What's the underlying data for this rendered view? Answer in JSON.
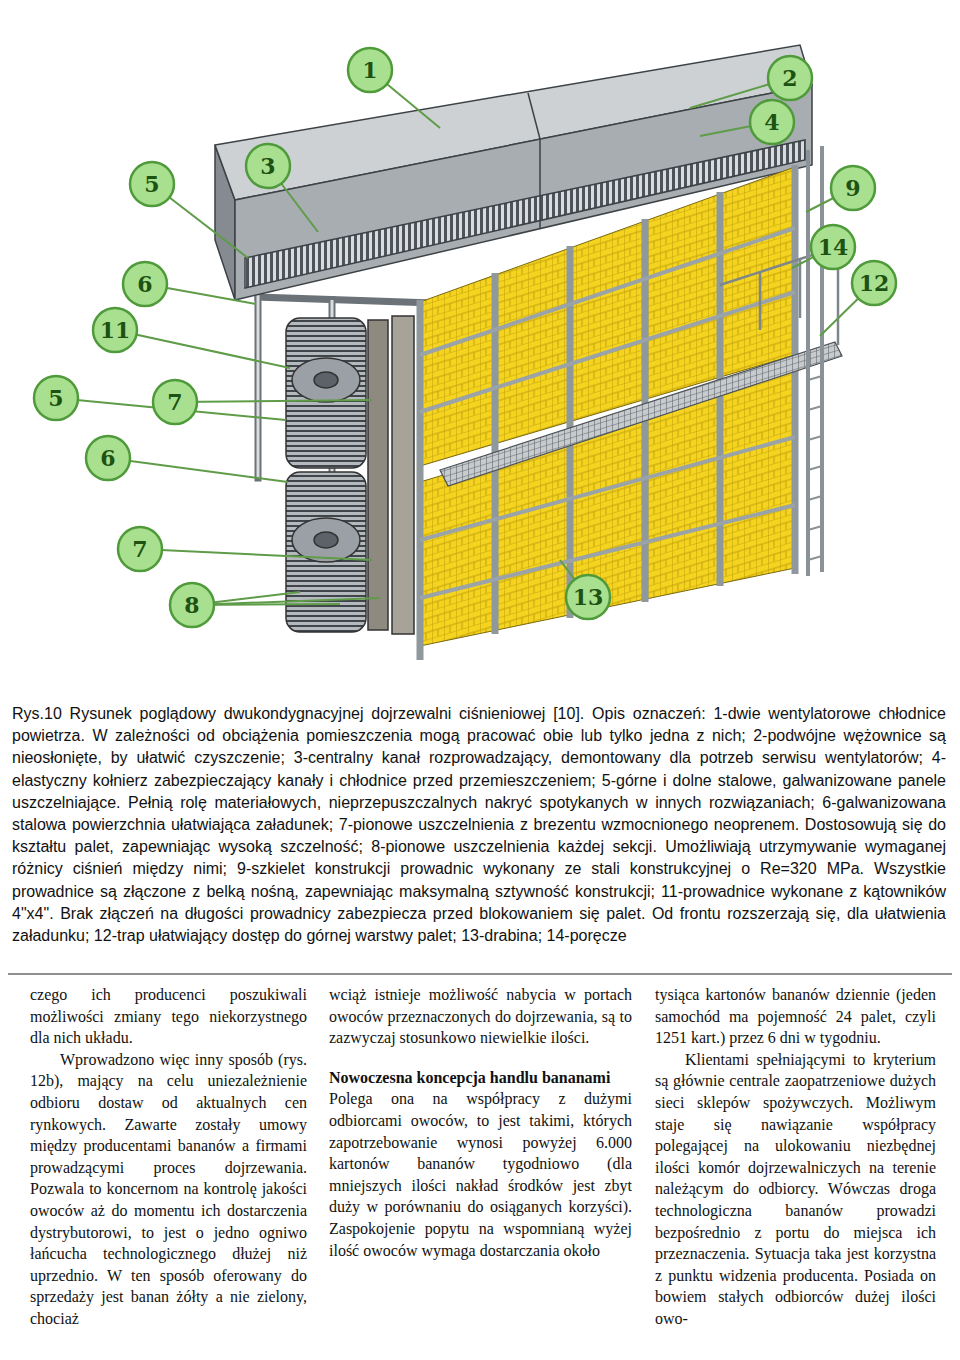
{
  "diagram": {
    "caption": "Rys.10 Rysunek poglądowy dwukondygnacyjnej dojrzewalni ciśnieniowej [10]. Opis oznaczeń: 1-dwie wentylatorowe chłodnice powietrza. W zależności od obciążenia pomieszczenia mogą pracować obie lub tylko jedna z nich; 2-podwójne wężownice są nieosłonięte, by ułatwić czyszczenie; 3-centralny kanał rozprowadzający, demontowany dla potrzeb serwisu wentylatorów; 4-elastyczny kołnierz zabezpieczający kanały i chłodnice przed przemieszczeniem; 5-górne i dolne stalowe, galwanizowane panele uszczelniające. Pełnią rolę materiałowych, nieprzepuszczalnych nakryć spotykanych w innych rozwiązaniach; 6-galwanizowana stalowa powierzchnia ułatwiająca załadunek; 7-pionowe uszczelnienia z brezentu wzmocnionego neoprenem. Dostosowują się do kształtu palet, zapewniając wysoką szczelność; 8-pionowe uszczelnienia każdej sekcji. Umożliwiają utrzymywanie wymaganej różnicy ciśnień między nimi; 9-szkielet konstrukcji prowadnic wykonany ze stali konstrukcyjnej o Re=320 MPa. Wszystkie prowadnice są złączone z belką nośną, zapewniając maksymalną sztywność konstrukcji; 11-prowadnice wykonane z kątowników 4\"x4\". Brak złączeń na długości prowadnicy zabezpiecza przed blokowaniem się palet. Od frontu rozszerzają się, dla ułatwienia załadunku; 12-trap ułatwiający dostęp do górnej warstwy palet; 13-drabina; 14-poręcze",
    "nodes": [
      {
        "text": [
          "1"
        ]
      },
      {
        "text": [
          "2"
        ]
      },
      {
        "text": [
          "4"
        ]
      },
      {
        "text": [
          "3"
        ]
      },
      {
        "text": [
          "5"
        ]
      },
      {
        "text": [
          "9"
        ]
      },
      {
        "text": [
          "14"
        ]
      },
      {
        "text": [
          "6"
        ]
      },
      {
        "text": [
          "12"
        ]
      },
      {
        "text": [
          "11"
        ]
      },
      {
        "text": [
          "5"
        ]
      },
      {
        "text": [
          "7"
        ]
      },
      {
        "text": [
          "6"
        ]
      },
      {
        "text": [
          "7"
        ]
      },
      {
        "text": [
          "8"
        ]
      },
      {
        "text": [
          "13"
        ]
      }
    ],
    "labels": [
      "czego ich producenci poszukiwali możliwości zmiany tego niekorzystnego dla nich układu.",
      "Wprowadzono więc inny sposób (rys. 12b), mający na celu uniezależnienie odbioru dostaw od aktualnych cen rynkowych. Zawarte zostały umowy między producentami bananów a firmami prowadzącymi proces dojrzewania. Pozwala to koncernom na kontrolę jakości owoców aż do momentu ich dostarczenia dystrybutorowi, to jest o jedno ogniwo łańcucha technologicznego dłużej niż uprzednio. W ten sposób oferowany do sprzedaży jest banan żółty a nie zielony, chociaż",
      "wciąż istnieje możliwość nabycia w portach owoców przeznaczonych do dojrzewania, są to zazwyczaj stosunkowo niewielkie ilości.",
      "Nowoczesna koncepcja handlu bananami",
      "Polega ona na współpracy z dużymi odbiorcami owoców, to jest takimi, których zapotrzebowanie wynosi powyżej 6.000 kartonów bananów tygodniowo (dla mniejszych ilości nakład środków jest zbyt duży w porównaniu do osiąganych korzyści). Zaspokojenie popytu na wspomnianą wyżej ilość owoców wymaga dostarczania około",
      "tysiąca kartonów bananów dziennie (jeden samochód ma pojemność 24 palet, czyli 1251 kart.) przez 6 dni w tygodniu.",
      "Klientami spełniającymi to kryterium są głównie centrale zaopatrzeniowe dużych sieci sklepów spożywczych. Możliwym staje się nawiązanie współpracy polegającej na ulokowaniu niezbędnej ilości komór dojrzewalniczych na terenie należącym do odbiorcy. Wówczas droga technologiczna bananów prowadzi bezpośrednio z portu do miejsca ich przeznaczenia. Sytuacja taka jest korzystna z punktu widzenia producenta. Posiada on bowiem stałych odbiorców dużej ilości owo-"
    ]
  }
}
